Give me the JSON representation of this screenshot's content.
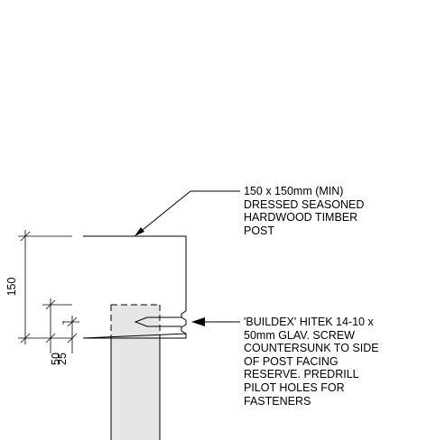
{
  "notes": {
    "post_note": [
      "150 x 150mm (MIN)",
      "DRESSED SEASONED",
      "HARDWOOD TIMBER",
      "POST"
    ],
    "screw_note": [
      "'BUILDEX' HITEK 14-10 x",
      "50mm GLAV. SCREW",
      "COUNTERSUNK TO SIDE",
      "OF POST FACING",
      "RESERVE.  PREDRILL",
      "PILOT HOLES FOR",
      "FASTENERS"
    ]
  },
  "dimensions": {
    "height": "150",
    "offset_outer": "50",
    "offset_inner": "25"
  },
  "colors": {
    "ink": "#000000",
    "fill_grey": "#e6e6e6"
  }
}
